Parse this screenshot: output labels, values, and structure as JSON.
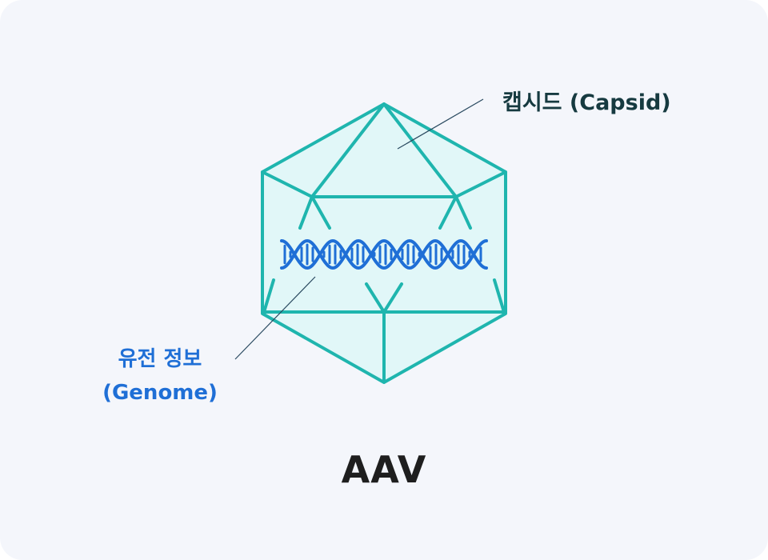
{
  "capsid": {
    "label": "캡시드 (Capsid)"
  },
  "genome": {
    "label_line1": "유전 정보",
    "label_line2": "(Genome)"
  },
  "title": "AAV",
  "colors": {
    "background": "#f4f6fb",
    "capsid_stroke": "#1fb5ae",
    "capsid_fill": "#e1f7f8",
    "dna": "#1f6fd6",
    "capsid_label": "#163a40",
    "genome_label": "#1f6fd6",
    "leader_line": "#2a4a60",
    "title": "#1e1e1e"
  },
  "icons": [
    "icosahedron-capsid",
    "dna-helix"
  ]
}
